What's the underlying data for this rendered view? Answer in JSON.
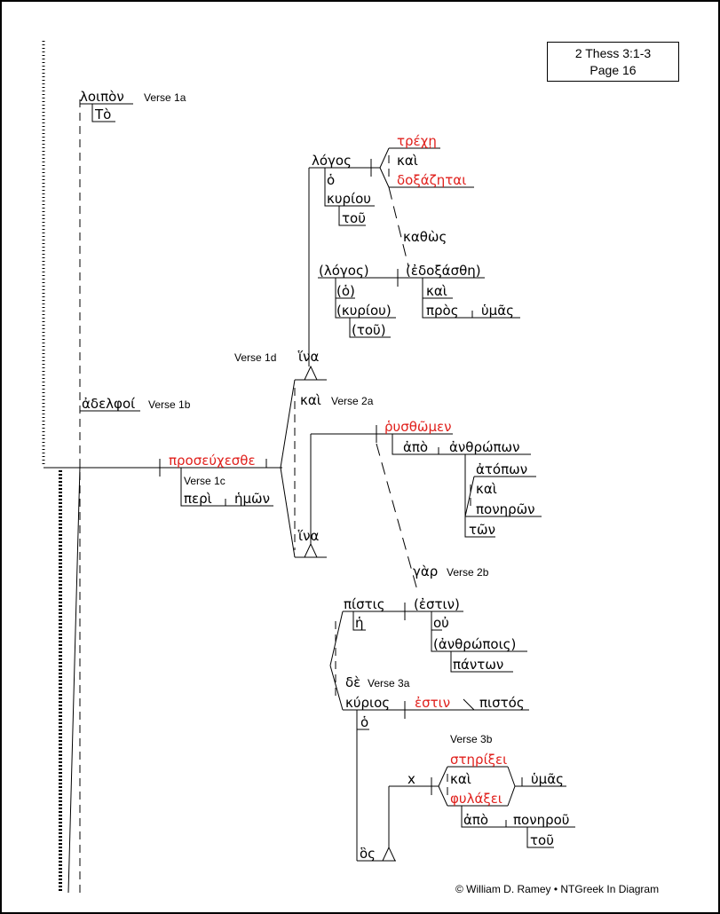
{
  "header": {
    "reference": "2 Thess 3:1-3",
    "page": "Page 16"
  },
  "copyright": "© William D. Ramey • NTGreek In Diagram",
  "colors": {
    "ink": "#000000",
    "verb": "#e0201c"
  },
  "words": {
    "loipon": "λοιπὸν",
    "to": "Τὸ",
    "adelfoi": "ἀδελφοί",
    "proseuchesthe": "προσεύχεσθε",
    "peri": "περὶ",
    "hemon": "ἡμῶν",
    "logos": "λόγος",
    "trechei": "τρέχῃ",
    "kai_a": "καὶ",
    "doxazetai": "δοξάζηται",
    "ho_a": "ὁ",
    "kyriou": "κυρίου",
    "tou_a": "τοῦ",
    "kathos": "καθὼς",
    "logos_p": "(λόγος)",
    "edoxasthe": "(ἐδοξάσθη)",
    "ho_p": "(ὁ)",
    "kai_b": "καὶ",
    "kyriou_p": "(κυρίου)",
    "pros": "πρὸς",
    "hymas_a": "ὑμᾶς",
    "tou_p": "(τοῦ)",
    "hina_a": "ἵνα",
    "kai_c": "καὶ",
    "hina_b": "ἵνα",
    "rhysthomen": "ῥυσθῶμεν",
    "apo_a": "ἀπὸ",
    "anthropon": "ἀνθρώπων",
    "atopon": "ἀτόπων",
    "kai_d": "καὶ",
    "poneron": "πονηρῶν",
    "ton": "τῶν",
    "gar": "γὰρ",
    "pistis": "πίστις",
    "estin_p": "(ἐστιν)",
    "he": "ἡ",
    "ou": "οὐ",
    "anthropois": "(ἀνθρώποις)",
    "panton": "πάντων",
    "de": "δὲ",
    "kyrios": "κύριος",
    "estin": "ἐστιν",
    "pistos": "πιστός",
    "ho_b": "ὁ",
    "sterixei": "στηρίξει",
    "x": "x",
    "kai_e": "καὶ",
    "hymas_b": "ὑμᾶς",
    "fylaxei": "φυλάξει",
    "apo_b": "ἀπὸ",
    "ponerou": "πονηροῦ",
    "tou_b": "τοῦ",
    "hos": "ὃς"
  },
  "labels": {
    "v1a": "Verse 1a",
    "v1b": "Verse 1b",
    "v1c": "Verse 1c",
    "v1d": "Verse 1d",
    "v2a": "Verse 2a",
    "v2b": "Verse 2b",
    "v3a": "Verse 3a",
    "v3b": "Verse 3b"
  }
}
